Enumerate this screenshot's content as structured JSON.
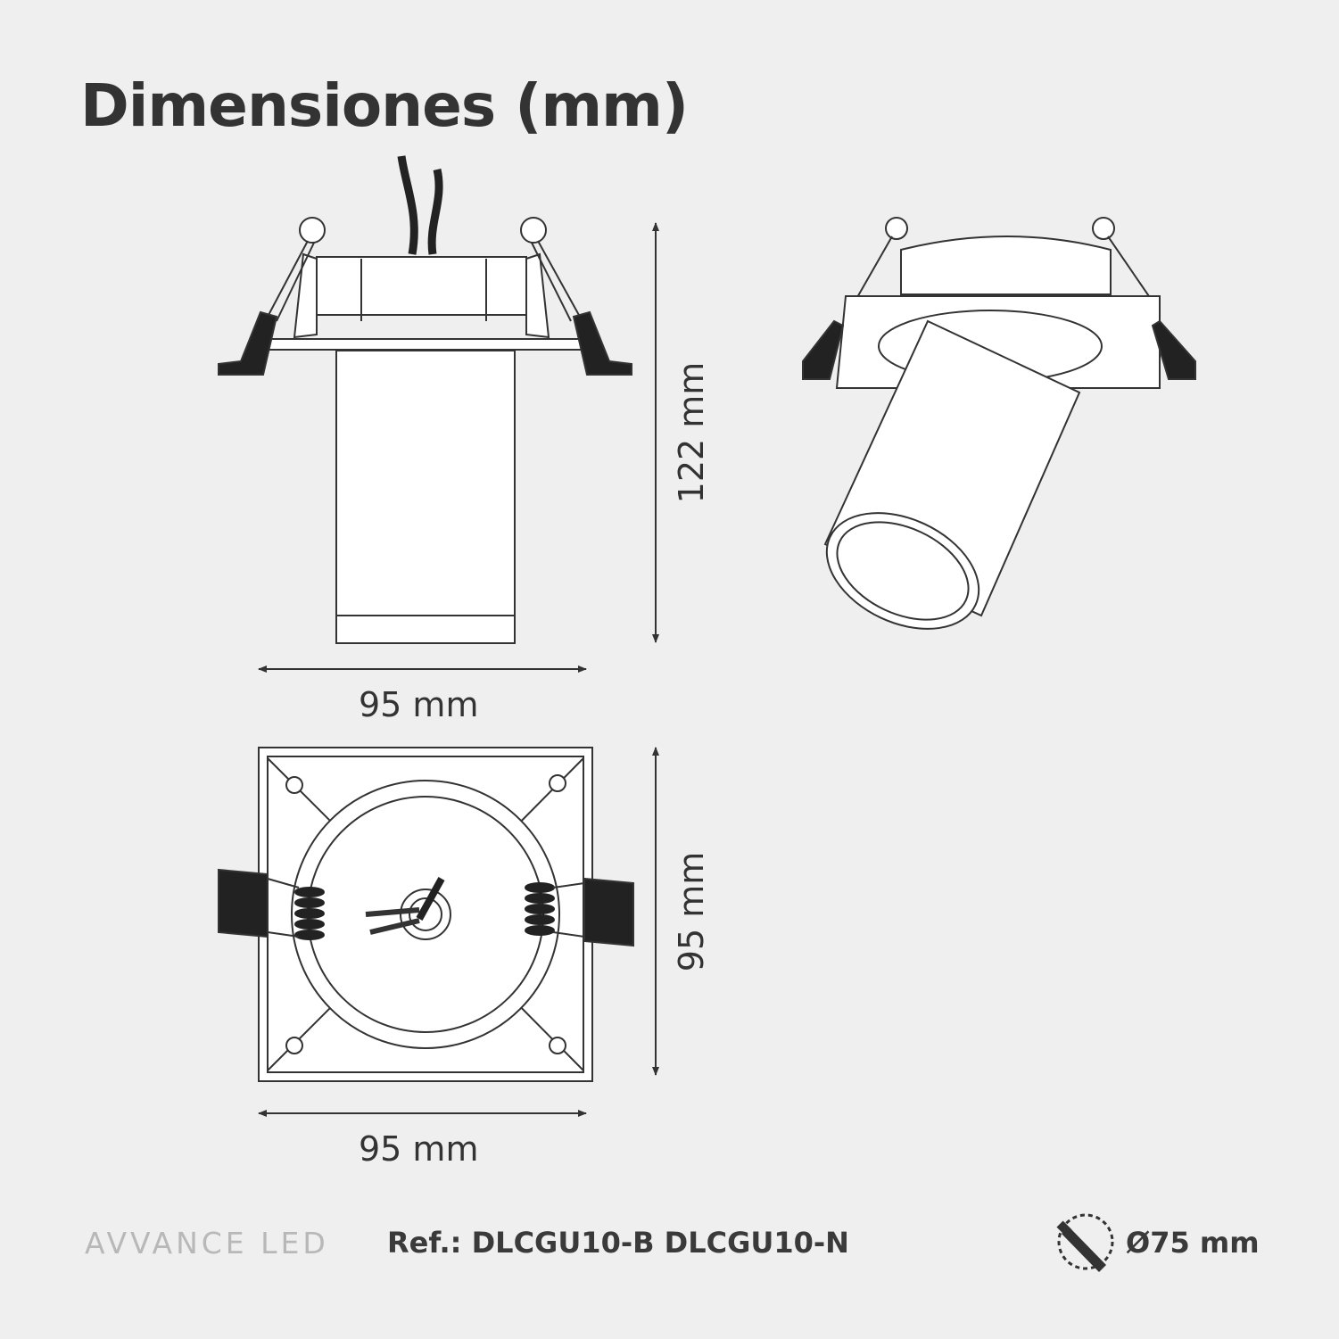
{
  "title": "Dimensiones (mm)",
  "dimensions": {
    "side_height": "122 mm",
    "side_width": "95 mm",
    "top_height": "95 mm",
    "top_width": "95 mm"
  },
  "footer": {
    "brand": "AVVANCE LED",
    "ref": "Ref.: DLCGU10-B  DLCGU10-N",
    "cut_diameter": "Ø75 mm",
    "cut_icon": "saw-cut-circle-icon"
  }
}
